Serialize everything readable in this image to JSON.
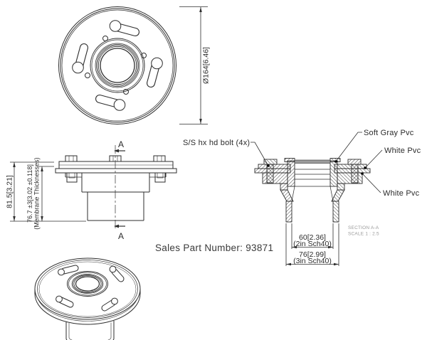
{
  "part": {
    "sales_part_number": "Sales Part Number: 93871"
  },
  "top_view": {
    "diameter_dim": "Ø164[6.46]"
  },
  "front_view": {
    "overall_height_dim": "81.5[3.21]",
    "membrane_dim": "76.7 ±3[3.02 ±0.118]",
    "membrane_note": "(Membrane Thicknesses)",
    "section_marker_top": "A",
    "section_marker_bottom": "A"
  },
  "section_view": {
    "callout_bolt": "S/S hx hd bolt (4x)",
    "callout_soft_gray_pvc": "Soft Gray Pvc",
    "callout_white_pvc_top": "White Pvc",
    "callout_white_pvc_bottom": "White Pvc",
    "inner_dia_dim": "60[2.36]",
    "inner_dia_note": "(2in Sch40)",
    "outer_dia_dim": "76[2.99]",
    "outer_dia_note": "(3in Sch40)",
    "section_label": "SECTION A-A",
    "scale_label": "SCALE 1 : 2.5"
  },
  "colors": {
    "line": "#2e2e2e",
    "soft_gray_pvc": "#9c9c9c",
    "muted_text": "#9a9a9a",
    "background": "#ffffff"
  }
}
